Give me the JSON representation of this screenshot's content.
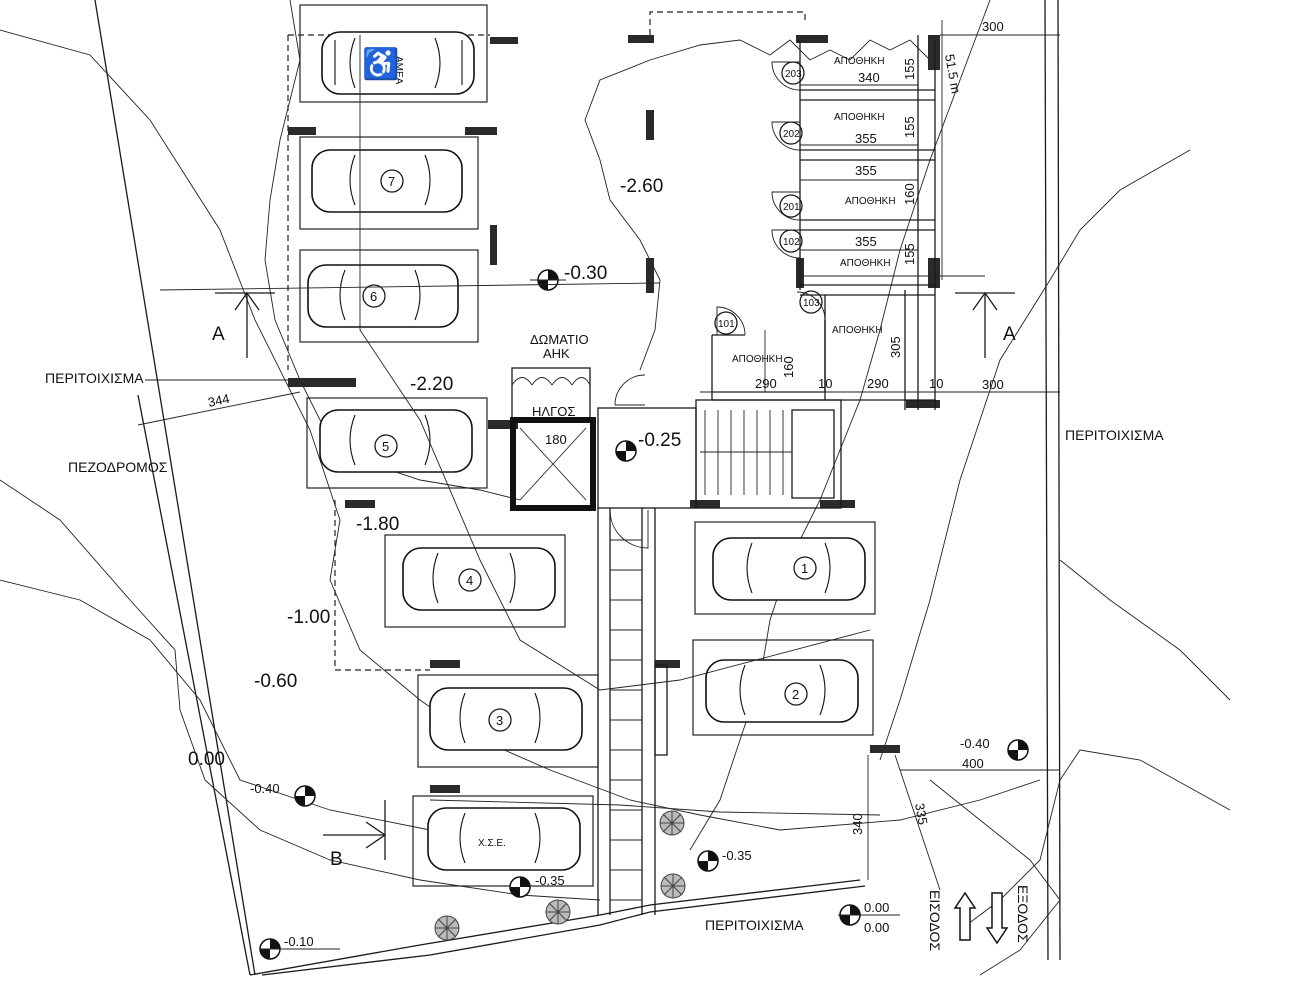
{
  "labels": {
    "perimeter_left": "ΠΕΡΙΤΟΙΧΙΣΜΑ",
    "perimeter_right": "ΠΕΡΙΤΟΙΧΙΣΜΑ",
    "perimeter_bottom": "ΠΕΡΙΤΟΙΧΙΣΜΑ",
    "sidewalk": "ΠΕΖΟΔΡΟΜΟΣ",
    "room_ahk_line1": "ΔΩΜΑΤΙΟ",
    "room_ahk_line2": "ΑΗΚ",
    "lift_label": "ΗΛΓΟΣ",
    "storage": "ΑΠΟΘΗΚΗ",
    "entrance": "ΕΙΣΟΔΟΣ",
    "exit": "ΕΞΟΔΟΣ",
    "disabled_space": "ΑΜΕΑ",
    "xse": "Χ.Σ.Ε.",
    "section_a_left": "A",
    "section_a_right": "A",
    "section_b": "B",
    "street_dim": "51.5 m"
  },
  "levels": [
    "-2.60",
    "-0.30",
    "-2.20",
    "-0.25",
    "-1.80",
    "-1.00",
    "-0.60",
    "0.00",
    "-0.40",
    "-0.40",
    "-0.35",
    "-0.35",
    "0.00",
    "0.00",
    "-0.10"
  ],
  "dimensions": [
    "300",
    "340",
    "155",
    "355",
    "155",
    "355",
    "160",
    "355",
    "155",
    "305",
    "290",
    "160",
    "10",
    "290",
    "10",
    "300",
    "344",
    "180",
    "400",
    "340",
    "335"
  ],
  "parking_numbers": [
    "7",
    "6",
    "5",
    "4",
    "3",
    "2",
    "1"
  ],
  "unit_numbers": [
    "203",
    "202",
    "201",
    "102",
    "103",
    "101"
  ]
}
